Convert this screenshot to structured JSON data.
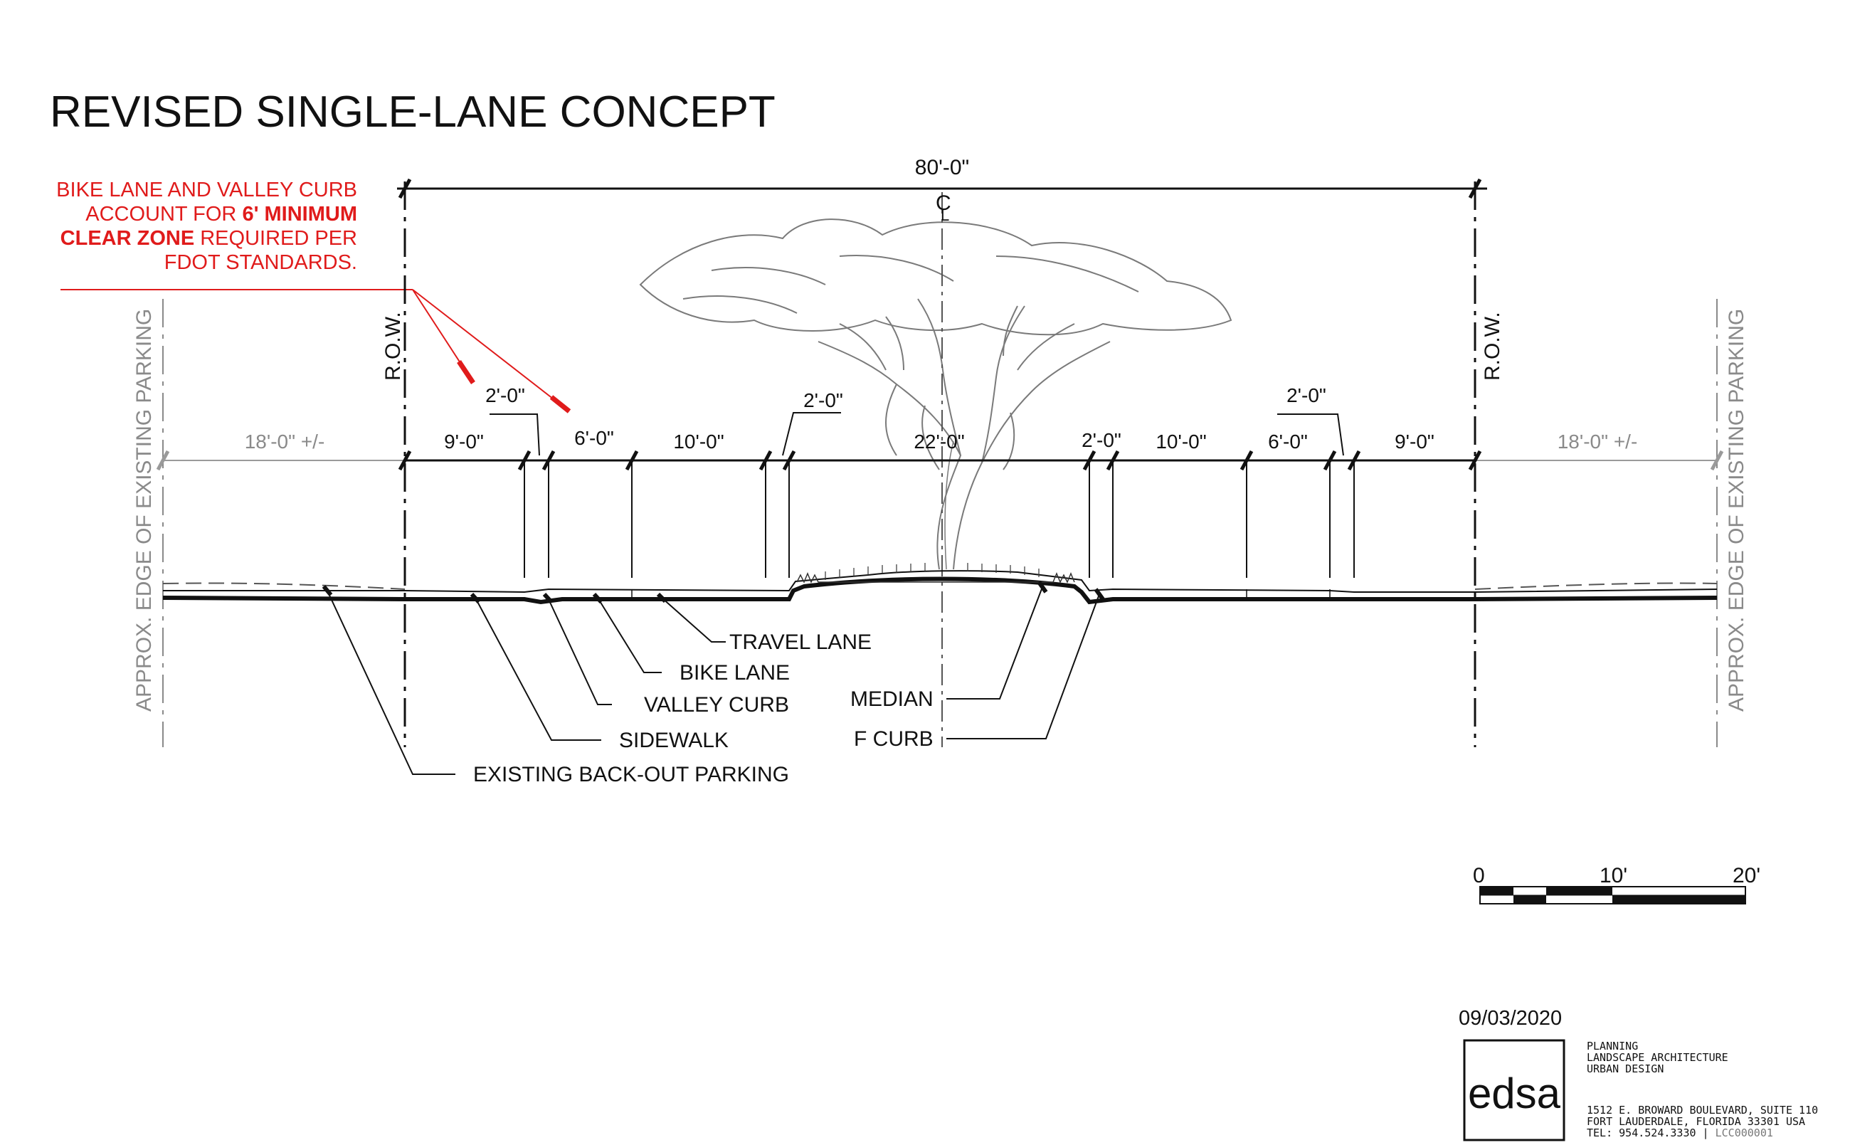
{
  "title": "REVISED SINGLE-LANE CONCEPT",
  "note": {
    "line1": "BIKE LANE AND VALLEY CURB",
    "line2a": "ACCOUNT FOR ",
    "line2b": "6' MINIMUM",
    "line3a": "CLEAR ZONE",
    "line3b": " REQUIRED PER",
    "line4": "FDOT STANDARDS."
  },
  "dimensions": {
    "overall": "80'-0\"",
    "centerline_c": "C",
    "centerline_l": "L",
    "left_parking": "18'-0\" +/-",
    "right_parking": "18'-0\" +/-",
    "left_sidewalk": "9'-0\"",
    "left_valley": "2'-0\"",
    "left_bike": "6'-0\"",
    "left_travel": "10'-0\"",
    "left_curb": "2'-0\"",
    "median": "22'-0\"",
    "right_curb": "2'-0\"",
    "right_travel": "10'-0\"",
    "right_bike": "6'-0\"",
    "right_valley": "2'-0\"",
    "right_sidewalk": "9'-0\""
  },
  "side_labels": {
    "row_left": "R.O.W.",
    "row_right": "R.O.W.",
    "parking_left": "APPROX. EDGE OF EXISTING PARKING",
    "parking_right": "APPROX. EDGE OF EXISTING PARKING"
  },
  "callouts": {
    "travel_lane": "TRAVEL LANE",
    "bike_lane": "BIKE LANE",
    "valley_curb": "VALLEY CURB",
    "sidewalk": "SIDEWALK",
    "existing_parking": "EXISTING BACK-OUT PARKING",
    "median": "MEDIAN",
    "f_curb": "F CURB"
  },
  "scale": {
    "zero": "0",
    "mid": "10'",
    "end": "20'"
  },
  "date": "09/03/2020",
  "firm": {
    "logo": "edsa",
    "services": [
      "PLANNING",
      "LANDSCAPE ARCHITECTURE",
      "URBAN DESIGN"
    ],
    "address1": "1512 E. BROWARD BOULEVARD, SUITE 110",
    "address2": "FORT LAUDERDALE, FLORIDA 33301 USA",
    "tel": "TEL: 954.524.3330",
    "separator": " | ",
    "license": "LCC000001"
  },
  "colors": {
    "ink": "#111111",
    "red": "#e01b1b",
    "grey": "#8a8a8a"
  }
}
